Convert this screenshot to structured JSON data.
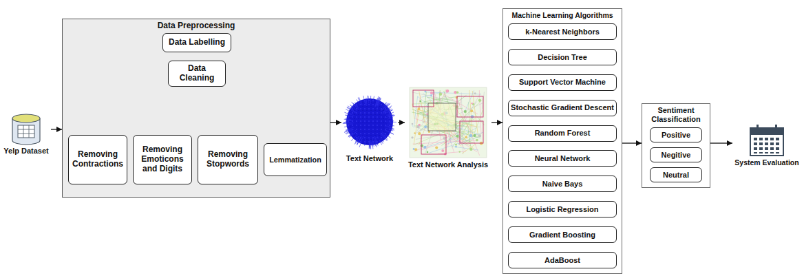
{
  "diagram": {
    "nodes": [
      {
        "text": [
          "Yelp Dataset"
        ]
      },
      {
        "text": [
          "Data Preprocessing"
        ]
      },
      {
        "text": [
          "Data Labelling"
        ],
        "in": 1
      },
      {
        "text": [
          "Data Cleaning"
        ],
        "in": 1
      },
      {
        "text": [
          "Removing Contractions"
        ],
        "in": 1
      },
      {
        "text": [
          "Removing Emoticons and Digits"
        ],
        "in": 1
      },
      {
        "text": [
          "Removing Stopwords"
        ],
        "in": 1
      },
      {
        "text": [
          "Lemmatization"
        ],
        "in": 1
      },
      {
        "text": [
          "Text Network"
        ]
      },
      {
        "text": [
          "Text Network Analysis"
        ]
      },
      {
        "text": [
          "Machine Learning Algorithms"
        ]
      },
      {
        "text": [
          "k-Nearest Neighbors"
        ],
        "in": 10
      },
      {
        "text": [
          "Decision Tree"
        ],
        "in": 10
      },
      {
        "text": [
          "Support Vector Machine"
        ],
        "in": 10
      },
      {
        "text": [
          "Stochastic Gradient Descent"
        ],
        "in": 10
      },
      {
        "text": [
          "Random Forest"
        ],
        "in": 10
      },
      {
        "text": [
          "Neural Network"
        ],
        "in": 10
      },
      {
        "text": [
          "Naive Bays"
        ],
        "in": 10
      },
      {
        "text": [
          "Logistic Regression"
        ],
        "in": 10
      },
      {
        "text": [
          "Gradient  Boosting"
        ],
        "in": 10
      },
      {
        "text": [
          "AdaBoost"
        ],
        "in": 10
      },
      {
        "text": [
          "Sentiment Classification"
        ]
      },
      {
        "text": [
          "Positive"
        ],
        "in": 21
      },
      {
        "text": [
          "Negitive"
        ],
        "in": 21
      },
      {
        "text": [
          "Neutral"
        ],
        "in": 21
      },
      {
        "text": [
          "System Evaluation"
        ]
      }
    ],
    "edges": [
      {
        "from": 0,
        "to": 1,
        "arrow": "to"
      },
      {
        "from": 3,
        "to": 4,
        "arrow": "to"
      },
      {
        "from": 3,
        "to": 5,
        "arrow": "to"
      },
      {
        "from": 3,
        "to": 6,
        "arrow": "to"
      },
      {
        "from": 3,
        "to": 7,
        "arrow": "to"
      },
      {
        "from": 1,
        "to": 8,
        "arrow": "to"
      },
      {
        "from": 8,
        "to": 9,
        "arrow": "to"
      },
      {
        "from": 9,
        "to": 10,
        "arrow": "to"
      },
      {
        "from": 10,
        "to": 21,
        "arrow": "to"
      },
      {
        "from": 21,
        "to": 25,
        "arrow": "to"
      }
    ]
  }
}
